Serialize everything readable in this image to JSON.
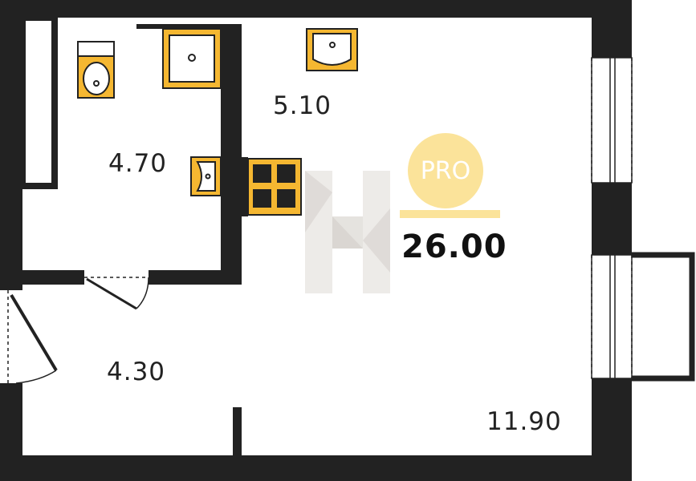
{
  "rooms": {
    "bathroom": {
      "area": "4.70"
    },
    "kitchen": {
      "area": "5.10"
    },
    "hallway": {
      "area": "4.30"
    },
    "living": {
      "area": "11.90"
    }
  },
  "total_area": "26.00",
  "badge": {
    "text": "PRO"
  },
  "colors": {
    "wall": "#222222",
    "fixture": "#f5b731",
    "badge": "#fbe39a",
    "watermark": "#e6e3e0"
  }
}
